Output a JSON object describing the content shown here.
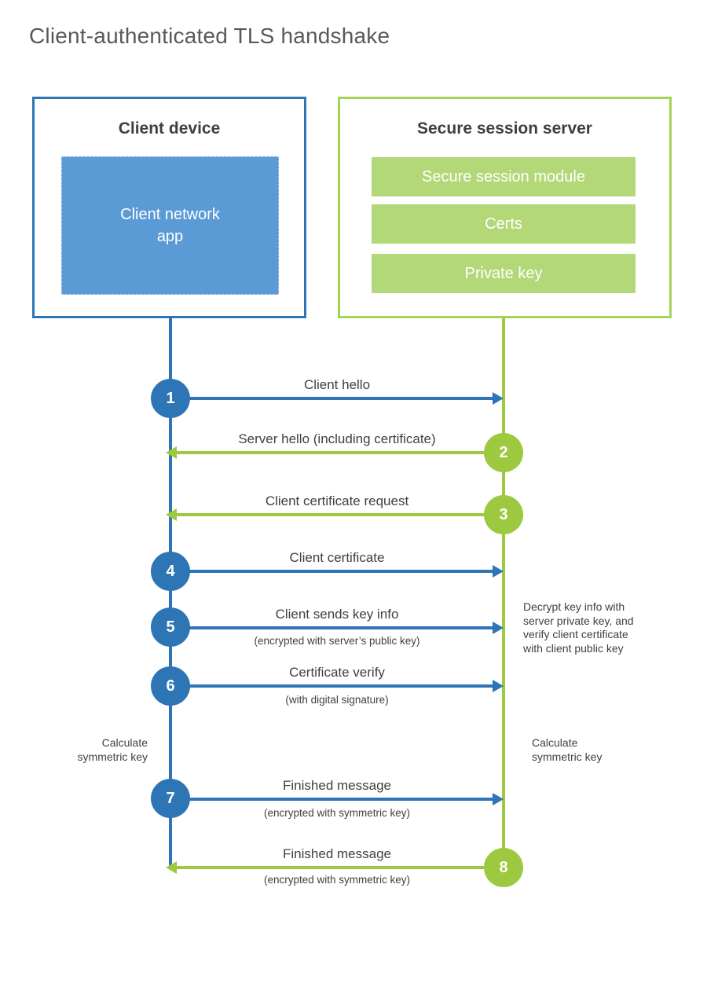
{
  "title": "Client-authenticated TLS handshake",
  "client": {
    "title": "Client device",
    "app": "Client network\napp"
  },
  "server": {
    "title": "Secure session server",
    "modules": [
      "Secure session module",
      "Certs",
      "Private key"
    ]
  },
  "steps": [
    {
      "num": "1",
      "from": "client",
      "direction": "right",
      "label": "Client hello",
      "sublabel": ""
    },
    {
      "num": "2",
      "from": "server",
      "direction": "left",
      "label": "Server hello (including certificate)",
      "sublabel": ""
    },
    {
      "num": "3",
      "from": "server",
      "direction": "left",
      "label": "Client certificate request",
      "sublabel": ""
    },
    {
      "num": "4",
      "from": "client",
      "direction": "right",
      "label": "Client certificate",
      "sublabel": ""
    },
    {
      "num": "5",
      "from": "client",
      "direction": "right",
      "label": "Client sends key info",
      "sublabel": "(encrypted with server’s public key)"
    },
    {
      "num": "6",
      "from": "client",
      "direction": "right",
      "label": "Certificate verify",
      "sublabel": "(with digital signature)"
    },
    {
      "num": "7",
      "from": "client",
      "direction": "right",
      "label": "Finished message",
      "sublabel": "(encrypted with symmetric key)"
    },
    {
      "num": "8",
      "from": "server",
      "direction": "left",
      "label": "Finished message",
      "sublabel": "(encrypted with symmetric key)"
    }
  ],
  "notes": {
    "decrypt": "Decrypt key info with server private key, and verify client certificate with client public key",
    "calc_left": "Calculate symmetric key",
    "calc_right": "Calculate symmetric key"
  },
  "colors": {
    "blue": "#2E75B6",
    "blue_fill": "#5B9BD5",
    "green": "#9CC93F",
    "green_fill": "#B3D878"
  }
}
